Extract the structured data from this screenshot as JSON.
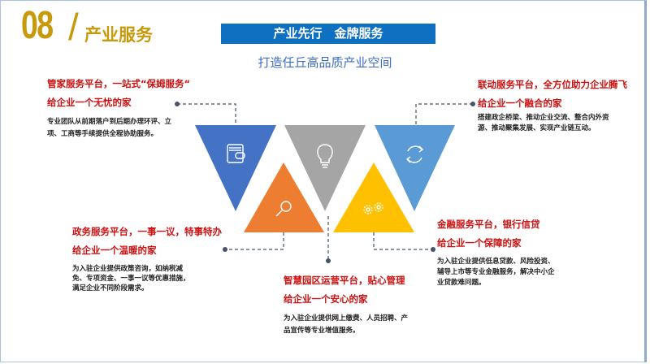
{
  "header": {
    "number": "08",
    "slash": "/",
    "section": "产业服务",
    "banner": "产业先行　金牌服务",
    "subtitle": "打造任丘高品质产业空间"
  },
  "blocks": [
    {
      "title": "管家服务平台，一站式“保姆服务“",
      "title2": "给企业一个无忧的家",
      "desc": "专业团队从前期落户到后期办理环评、立项、工商等手续提供全程协助服务。"
    },
    {
      "title": "联动服务平台，全方位助力企业腾飞",
      "title2": "给企业一个融合的家",
      "desc": "搭建政企桥梁、推动企业交流、整合内外资源、推动聚集发展、实现产业链互动。"
    },
    {
      "title": "政务服务平台，一事一议，特事特办",
      "title2": "给企业一个温暖的家",
      "desc": "为入驻企业提供政策咨询，如纳税减免、专项资金、一事一议等优惠措施，满足企业不同阶段需求。"
    },
    {
      "title": "智慧园区运营平台，贴心管理",
      "title2": "给企业一个安心的家",
      "desc": "为入驻企业提供网上缴费、人员招聘、产品宣传等专业增值服务。"
    },
    {
      "title": "金融服务平台，银行信贷",
      "title2": "给企业一个保障的家",
      "desc": "为入驻企业提供低息贷款、风险投资、辅导上市等专业金融服务，解决中小企业贷款难问题。"
    }
  ],
  "colors": {
    "blue": "#4472c4",
    "gray": "#a5a5a5",
    "lightblue": "#5b9bd5",
    "orange": "#ed7d31",
    "yellow": "#ffc000",
    "gold": "#c8990a",
    "red": "#cc1111"
  },
  "icons": [
    "wallet-icon",
    "lightbulb-icon",
    "refresh-icon",
    "magnifier-icon",
    "gears-icon"
  ]
}
